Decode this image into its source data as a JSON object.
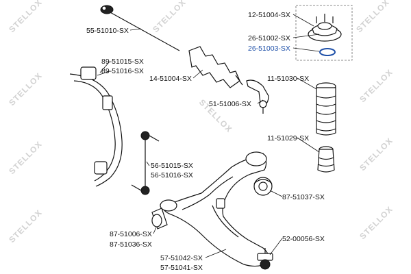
{
  "watermark": {
    "text": "STELLOX"
  },
  "parts": [
    {
      "id": "strut-mount",
      "label": "12-51004-SX",
      "highlight": false
    },
    {
      "id": "strut-bearing-a",
      "label": "26-51002-SX",
      "highlight": false
    },
    {
      "id": "strut-bearing-b",
      "label": "26-51003-SX",
      "highlight": true
    },
    {
      "id": "tie-rod-axial",
      "label": "55-51010-SX",
      "highlight": false
    },
    {
      "id": "stab-bush-a",
      "label": "89-51015-SX",
      "highlight": false
    },
    {
      "id": "stab-bush-b",
      "label": "89-51016-SX",
      "highlight": false
    },
    {
      "id": "steering-boot",
      "label": "14-51004-SX",
      "highlight": false
    },
    {
      "id": "dust-boot",
      "label": "11-51030-SX",
      "highlight": false
    },
    {
      "id": "tie-rod-end",
      "label": "51-51006-SX",
      "highlight": false
    },
    {
      "id": "bump-stop",
      "label": "11-51029-SX",
      "highlight": false
    },
    {
      "id": "stab-link-a",
      "label": "56-51015-SX",
      "highlight": false
    },
    {
      "id": "stab-link-b",
      "label": "56-51016-SX",
      "highlight": false
    },
    {
      "id": "arm-bush-rear",
      "label": "87-51037-SX",
      "highlight": false
    },
    {
      "id": "arm-bush-front-a",
      "label": "87-51006-SX",
      "highlight": false
    },
    {
      "id": "arm-bush-front-b",
      "label": "87-51036-SX",
      "highlight": false
    },
    {
      "id": "ball-joint",
      "label": "52-00056-SX",
      "highlight": false
    },
    {
      "id": "control-arm-a",
      "label": "57-51042-SX",
      "highlight": false
    },
    {
      "id": "control-arm-b",
      "label": "57-51041-SX",
      "highlight": false
    }
  ],
  "colors": {
    "line": "#111111",
    "highlight": "#1d4fa8",
    "watermark": "#d2d2d2",
    "background": "#ffffff"
  }
}
